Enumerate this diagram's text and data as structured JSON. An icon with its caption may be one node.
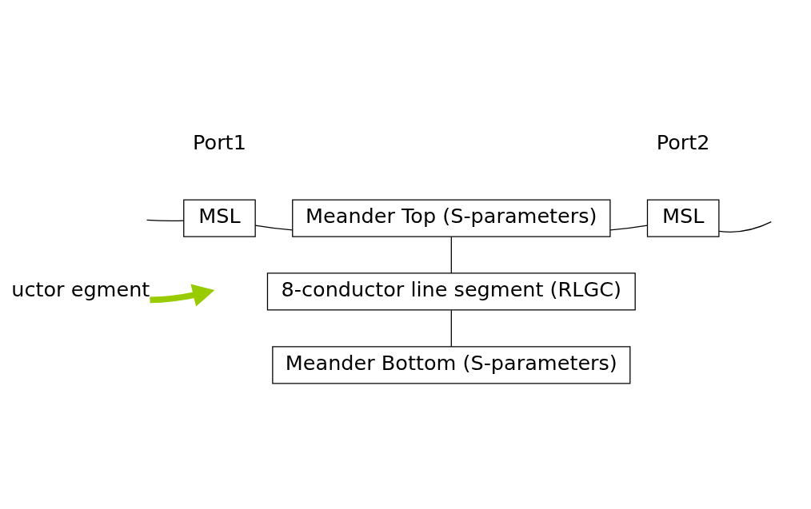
{
  "diagram": {
    "nodes": [
      {
        "text": [
          "MSL"
        ]
      },
      {
        "text": [
          "Meander Top (S-parameters)"
        ]
      },
      {
        "text": [
          "MSL"
        ]
      },
      {
        "text": [
          "uctor egment"
        ]
      },
      {
        "text": [
          "8-conductor line segment (RLGC)"
        ]
      },
      {
        "text": [
          "Meander Bottom (S-parameters)"
        ]
      }
    ],
    "edges": [
      {
        "from": null,
        "to": 0,
        "arrow": "none"
      },
      {
        "from": 0,
        "to": 1,
        "arrow": "none"
      },
      {
        "from": 1,
        "to": 2,
        "arrow": "none"
      },
      {
        "from": 2,
        "to": null,
        "arrow": "none"
      },
      {
        "from": 3,
        "to": null,
        "arrow": "to",
        "style": "thick",
        "color": "#99cc00"
      },
      {
        "from": 1,
        "to": 4,
        "arrow": "none"
      },
      {
        "from": 4,
        "to": 5,
        "arrow": "none"
      }
    ],
    "labels": [
      "Port1",
      "Port2"
    ]
  }
}
